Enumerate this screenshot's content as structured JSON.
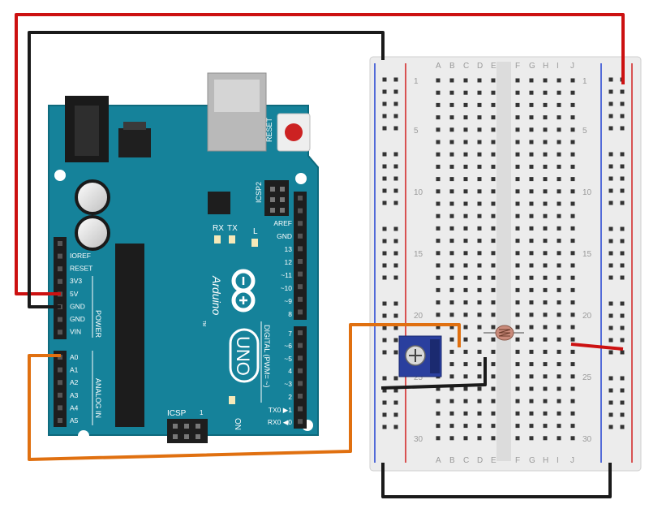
{
  "board": {
    "brand": "Arduino",
    "model": "UNO",
    "tm": "TM",
    "reset_label": "RESET",
    "icsp_label": "ICSP",
    "icsp2_label": "ICSP2",
    "on_label": "ON",
    "l_label": "L",
    "tx_label": "TX",
    "rx_label": "RX",
    "digital_title": "DIGITAL (PWM= ~)",
    "power_title": "POWER",
    "analog_title": "ANALOG IN",
    "icsp_pin1": "1",
    "power_pins": [
      "IOREF",
      "RESET",
      "3V3",
      "5V",
      "GND",
      "GND",
      "VIN"
    ],
    "analog_pins": [
      "A0",
      "A1",
      "A2",
      "A3",
      "A4",
      "A5"
    ],
    "digital_pins": [
      "AREF",
      "GND",
      "13",
      "12",
      "~11",
      "~10",
      "~9",
      "8",
      "7",
      "~6",
      "~5",
      "4",
      "~3",
      "2",
      "TX0 ▶1",
      "RX0 ◀0"
    ],
    "colors": {
      "board": "#15829a",
      "board_edge": "#0e6a7d",
      "text": "#ffffff"
    }
  },
  "breadboard": {
    "columns_left": [
      "A",
      "B",
      "C",
      "D",
      "E"
    ],
    "columns_right": [
      "F",
      "G",
      "H",
      "I",
      "J"
    ],
    "row_labels": [
      "1",
      "5",
      "10",
      "15",
      "20",
      "25",
      "30"
    ],
    "colors": {
      "body": "#e9e9e9",
      "hole": "#333333",
      "rail_red": "#d11f1f",
      "rail_blue": "#1f3fd1",
      "label": "#9a9a9a"
    }
  },
  "components": [
    {
      "name": "potentiometer",
      "color": "#2a3f9e"
    },
    {
      "name": "photoresistor",
      "color": "#c98a7a"
    }
  ],
  "wires": [
    {
      "name": "5V",
      "color": "#cc1111"
    },
    {
      "name": "GND",
      "color": "#1a1a1a"
    },
    {
      "name": "A0",
      "color": "#e07010"
    }
  ]
}
